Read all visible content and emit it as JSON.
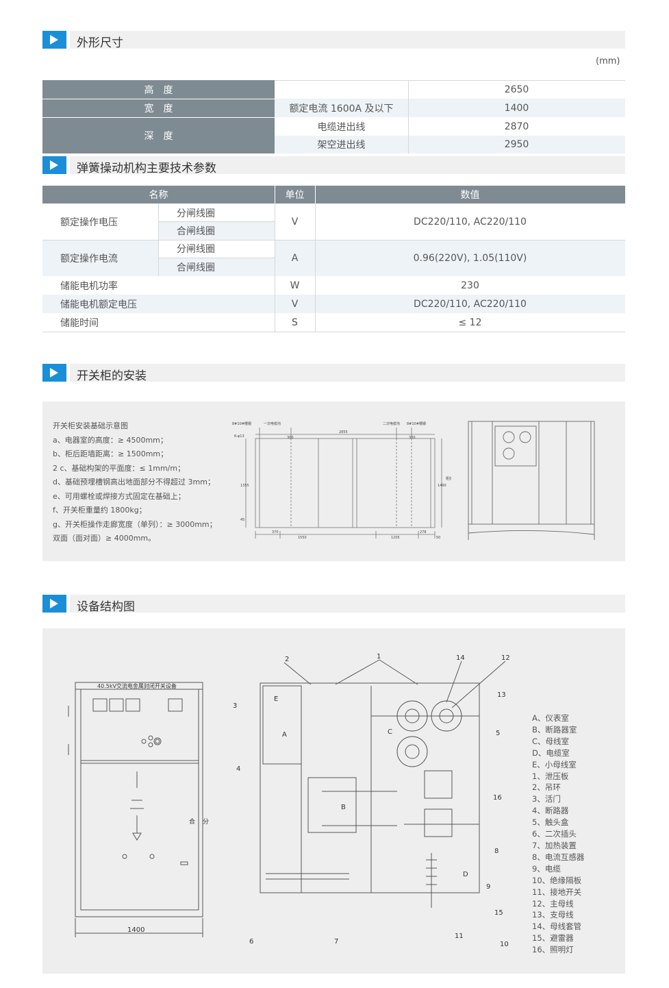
{
  "sections": {
    "dimensions": "外形尺寸",
    "specs": "弹簧操动机构主要技术参数",
    "installation": "开关柜的安装",
    "structure": "设备结构图"
  },
  "dimensions": {
    "unit": "(mm)",
    "height_label": "高　度",
    "width_label": "宽　度",
    "depth_label": "深　度",
    "rows": [
      {
        "condition": "",
        "value": "2650"
      },
      {
        "condition": "额定电流 1600A 及以下",
        "value": "1400"
      },
      {
        "condition": "电缆进出线",
        "value": "2870"
      },
      {
        "condition": "架空进出线",
        "value": "2950"
      }
    ]
  },
  "specs": {
    "headers": {
      "name": "名称",
      "unit": "单位",
      "value": "数值"
    },
    "voltage": {
      "name": "额定操作电压",
      "open": "分闸线圈",
      "close": "合闸线圈",
      "unit": "V",
      "value": "DC220/110, AC220/110"
    },
    "current": {
      "name": "额定操作电流",
      "open": "分闸线圈",
      "close": "合闸线圈",
      "unit": "A",
      "value": "0.96(220V), 1.05(110V)"
    },
    "rows": [
      {
        "name": "储能电机功率",
        "unit": "W",
        "value": "230"
      },
      {
        "name": "储能电机额定电压",
        "unit": "V",
        "value": "DC220/110, AC220/110"
      },
      {
        "name": "储能时间",
        "unit": "S",
        "value": "≤ 12"
      }
    ]
  },
  "installation": {
    "notes": [
      "开关柜安装基础示意图",
      "a、电器室的高度：≥ 4500mm；",
      "b、柜后距墙距离：≥ 1500mm；",
      "2 c、基础构架的平面度：≤ 1mm/m；",
      "d、基础预埋槽钢高出地面部分不得超过 3mm；",
      "e、可用螺栓或焊接方式固定在基础上；",
      "f、开关柜重量约 1800kg；",
      "g、开关柜操作走廊宽度（单列）：≥ 3000mm；",
      "双面（面对面）≥ 4000mm。"
    ],
    "plan": {
      "top_left": "8#10#槽钢",
      "holes": "6-φ13",
      "primary_trench": "一次电缆沟",
      "secondary_trench": "二次电缆沟",
      "top_right": "8#10#槽钢",
      "d300a": "300",
      "d2855": "2855",
      "d300b": "300",
      "d1355": "1355",
      "d1400": "1400",
      "front": "柜前",
      "d370": "370",
      "d1550": "1550",
      "d1205": "1205",
      "d278": "278",
      "d50": "50",
      "d45": "45"
    }
  },
  "structure": {
    "front": {
      "title": "40.5kV交流电金属封闭开关设备",
      "width": "1400",
      "close_text": "合",
      "open_text": "分"
    },
    "compartments": {
      "A": "A",
      "B": "B",
      "C": "C",
      "D": "D",
      "E": "E"
    },
    "callouts": [
      "1",
      "2",
      "3",
      "4",
      "5",
      "6",
      "7",
      "8",
      "9",
      "10",
      "11",
      "12",
      "13",
      "14",
      "15",
      "16"
    ],
    "legend": [
      "A、仪表室",
      "B、断路器室",
      "C、母线室",
      "D、电缆室",
      "E、小母线室",
      "1、泄压板",
      "2、吊环",
      "3、活门",
      "4、断路器",
      "5、触头盒",
      "6、二次插头",
      "7、加热装置",
      "8、电流互感器",
      "9、电缆",
      "10、绝缘隔板",
      "11、接地开关",
      "12、主母线",
      "13、支母线",
      "14、母线套管",
      "15、避雷器",
      "16、照明灯"
    ]
  }
}
